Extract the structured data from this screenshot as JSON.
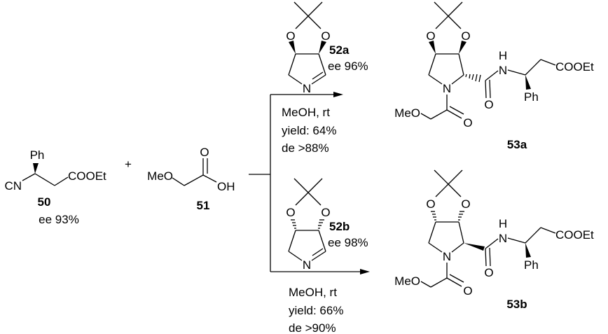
{
  "reactants": {
    "c50": {
      "ph": "Ph",
      "cn": "CN",
      "ester": "COOEt",
      "label": "50",
      "ee": "ee 93%"
    },
    "plus": "+",
    "c51": {
      "meo": "MeO",
      "o": "O",
      "oh": "OH",
      "label": "51"
    }
  },
  "branch_a": {
    "reagent": {
      "o1": "O",
      "o2": "O",
      "n": "N",
      "label": "52a",
      "ee": "ee 96%"
    },
    "conditions": [
      "MeOH, rt",
      "yield: 64%",
      "de >88%"
    ],
    "product": {
      "o1": "O",
      "o2": "O",
      "n": "N",
      "amide_o": "O",
      "nh_n": "N",
      "nh_h": "H",
      "ester": "COOEt",
      "ph": "Ph",
      "meo": "MeO",
      "acyl_o": "O",
      "label": "53a"
    }
  },
  "branch_b": {
    "reagent": {
      "o1": "O",
      "o2": "O",
      "n": "N",
      "label": "52b",
      "ee": "ee 98%"
    },
    "conditions": [
      "MeOH, rt",
      "yield: 66%",
      "de >90%"
    ],
    "product": {
      "o1": "O",
      "o2": "O",
      "n": "N",
      "amide_o": "O",
      "nh_n": "N",
      "nh_h": "H",
      "ester": "COOEt",
      "ph": "Ph",
      "meo": "MeO",
      "acyl_o": "O",
      "label": "53b"
    }
  }
}
